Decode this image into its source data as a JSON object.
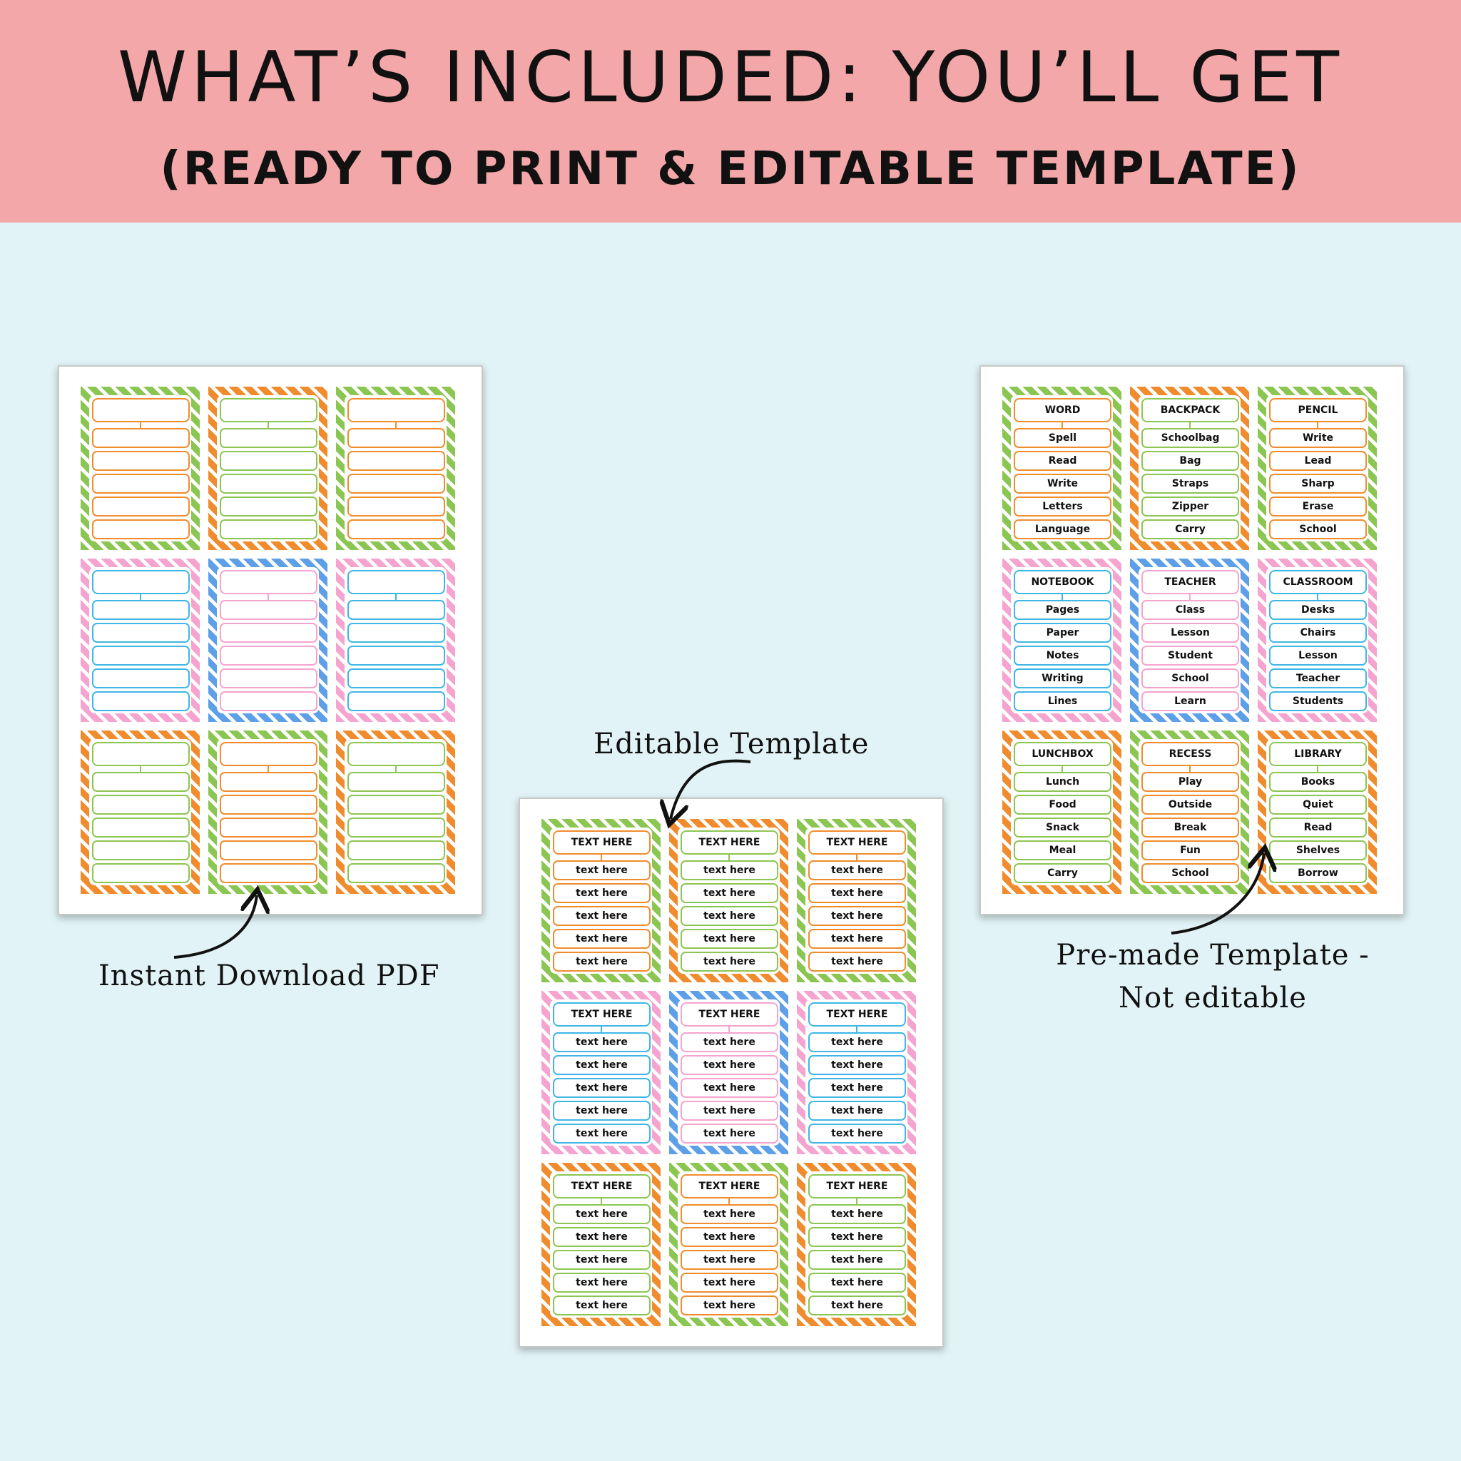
{
  "header": {
    "title": "WHAT’S INCLUDED: YOU’LL GET",
    "subtitle": "(READY TO PRINT & EDITABLE TEMPLATE)"
  },
  "labels": {
    "instant": "Instant Download PDF",
    "editable": "Editable Template",
    "premade_line1": "Pre-made Template -",
    "premade_line2": "Not editable"
  },
  "colors": {
    "green": "#8cc652",
    "orange": "#f08c2e",
    "pink": "#f5a3cf",
    "blue": "#5ea0e8",
    "cyan": "#3fb6e6",
    "banner": "#f4a7a8",
    "background": "#e1f3f6"
  },
  "sheets": {
    "blank": {
      "cards": [
        {
          "frame": "green",
          "box": "orange",
          "head": "",
          "items": [
            "",
            "",
            "",
            "",
            ""
          ]
        },
        {
          "frame": "orange",
          "box": "green",
          "head": "",
          "items": [
            "",
            "",
            "",
            "",
            ""
          ]
        },
        {
          "frame": "green",
          "box": "orange",
          "head": "",
          "items": [
            "",
            "",
            "",
            "",
            ""
          ]
        },
        {
          "frame": "pink",
          "box": "cyan",
          "head": "",
          "items": [
            "",
            "",
            "",
            "",
            ""
          ]
        },
        {
          "frame": "blue",
          "box": "pink",
          "head": "",
          "items": [
            "",
            "",
            "",
            "",
            ""
          ]
        },
        {
          "frame": "pink",
          "box": "cyan",
          "head": "",
          "items": [
            "",
            "",
            "",
            "",
            ""
          ]
        },
        {
          "frame": "orange",
          "box": "green",
          "head": "",
          "items": [
            "",
            "",
            "",
            "",
            ""
          ]
        },
        {
          "frame": "green",
          "box": "orange",
          "head": "",
          "items": [
            "",
            "",
            "",
            "",
            ""
          ]
        },
        {
          "frame": "orange",
          "box": "green",
          "head": "",
          "items": [
            "",
            "",
            "",
            "",
            ""
          ]
        }
      ]
    },
    "editable": {
      "cards": [
        {
          "frame": "green",
          "box": "orange",
          "head": "TEXT HERE",
          "items": [
            "text here",
            "text here",
            "text here",
            "text here",
            "text here"
          ]
        },
        {
          "frame": "orange",
          "box": "green",
          "head": "TEXT HERE",
          "items": [
            "text here",
            "text here",
            "text here",
            "text here",
            "text here"
          ]
        },
        {
          "frame": "green",
          "box": "orange",
          "head": "TEXT HERE",
          "items": [
            "text here",
            "text here",
            "text here",
            "text here",
            "text here"
          ]
        },
        {
          "frame": "pink",
          "box": "cyan",
          "head": "TEXT HERE",
          "items": [
            "text here",
            "text here",
            "text here",
            "text here",
            "text here"
          ]
        },
        {
          "frame": "blue",
          "box": "pink",
          "head": "TEXT HERE",
          "items": [
            "text here",
            "text here",
            "text here",
            "text here",
            "text here"
          ]
        },
        {
          "frame": "pink",
          "box": "cyan",
          "head": "TEXT HERE",
          "items": [
            "text here",
            "text here",
            "text here",
            "text here",
            "text here"
          ]
        },
        {
          "frame": "orange",
          "box": "green",
          "head": "TEXT HERE",
          "items": [
            "text here",
            "text here",
            "text here",
            "text here",
            "text here"
          ]
        },
        {
          "frame": "green",
          "box": "orange",
          "head": "TEXT HERE",
          "items": [
            "text here",
            "text here",
            "text here",
            "text here",
            "text here"
          ]
        },
        {
          "frame": "orange",
          "box": "green",
          "head": "TEXT HERE",
          "items": [
            "text here",
            "text here",
            "text here",
            "text here",
            "text here"
          ]
        }
      ]
    },
    "premade": {
      "cards": [
        {
          "frame": "green",
          "box": "orange",
          "head": "WORD",
          "items": [
            "Spell",
            "Read",
            "Write",
            "Letters",
            "Language"
          ]
        },
        {
          "frame": "orange",
          "box": "green",
          "head": "BACKPACK",
          "items": [
            "Schoolbag",
            "Bag",
            "Straps",
            "Zipper",
            "Carry"
          ]
        },
        {
          "frame": "green",
          "box": "orange",
          "head": "PENCIL",
          "items": [
            "Write",
            "Lead",
            "Sharp",
            "Erase",
            "School"
          ]
        },
        {
          "frame": "pink",
          "box": "cyan",
          "head": "NOTEBOOK",
          "items": [
            "Pages",
            "Paper",
            "Notes",
            "Writing",
            "Lines"
          ]
        },
        {
          "frame": "blue",
          "box": "pink",
          "head": "TEACHER",
          "items": [
            "Class",
            "Lesson",
            "Student",
            "School",
            "Learn"
          ]
        },
        {
          "frame": "pink",
          "box": "cyan",
          "head": "CLASSROOM",
          "items": [
            "Desks",
            "Chairs",
            "Lesson",
            "Teacher",
            "Students"
          ]
        },
        {
          "frame": "orange",
          "box": "green",
          "head": "LUNCHBOX",
          "items": [
            "Lunch",
            "Food",
            "Snack",
            "Meal",
            "Carry"
          ]
        },
        {
          "frame": "green",
          "box": "orange",
          "head": "RECESS",
          "items": [
            "Play",
            "Outside",
            "Break",
            "Fun",
            "School"
          ]
        },
        {
          "frame": "orange",
          "box": "green",
          "head": "LIBRARY",
          "items": [
            "Books",
            "Quiet",
            "Read",
            "Shelves",
            "Borrow"
          ]
        }
      ]
    }
  }
}
